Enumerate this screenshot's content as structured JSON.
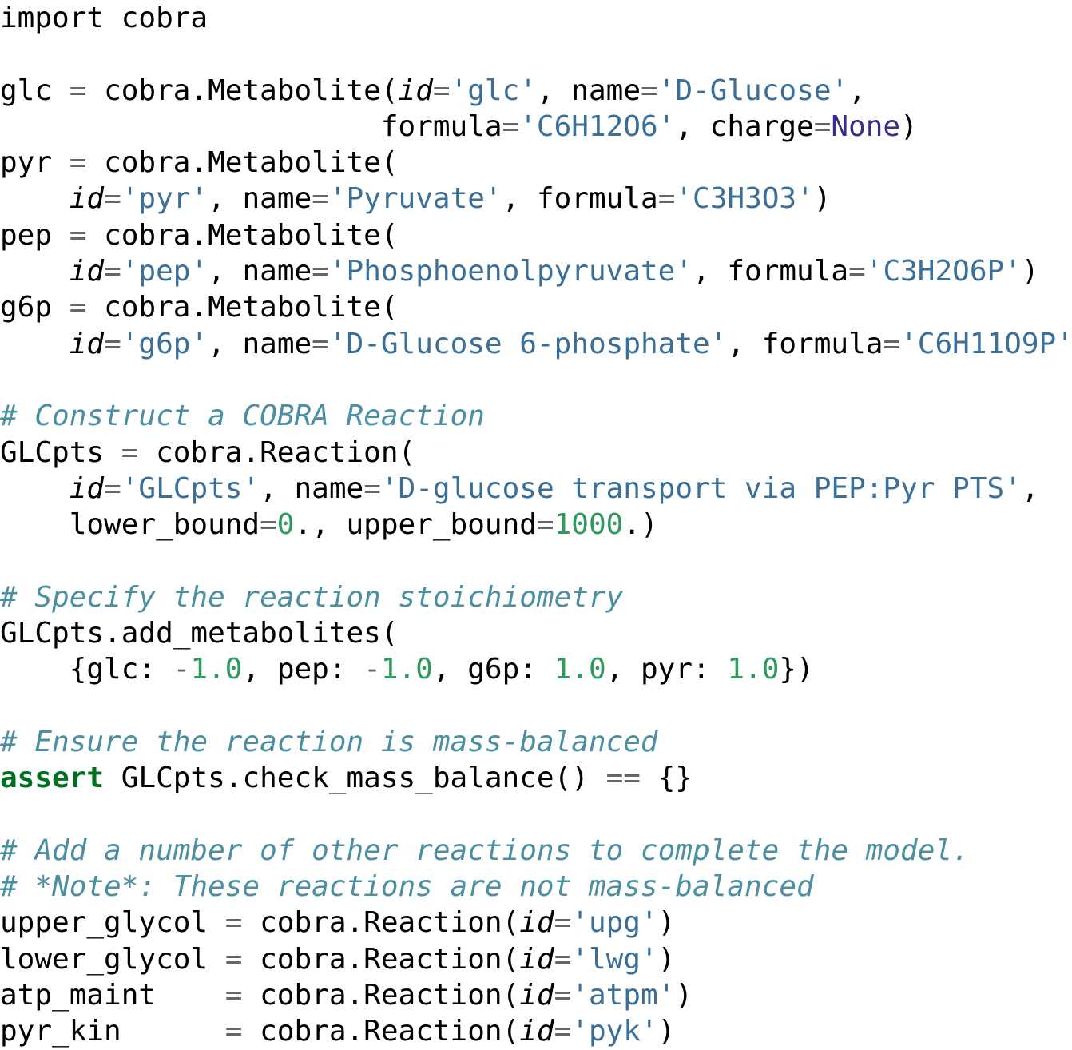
{
  "colors": {
    "background": "#ffffff",
    "plain": "#000000",
    "string": "#3a6f99",
    "operator": "#666666",
    "number": "#2f9a5c",
    "keyword": "#007020",
    "constant": "#3b2b8c",
    "comment": "#4b8fa3"
  },
  "code_lines": [
    [
      [
        "plain",
        "import cobra"
      ]
    ],
    [],
    [
      [
        "plain",
        "glc "
      ],
      [
        "op",
        "="
      ],
      [
        "plain",
        " cobra.Metabolite("
      ],
      [
        "kwarg",
        "id"
      ],
      [
        "op",
        "="
      ],
      [
        "str",
        "'glc'"
      ],
      [
        "plain",
        ", name"
      ],
      [
        "op",
        "="
      ],
      [
        "str",
        "'D-Glucose'"
      ],
      [
        "plain",
        ","
      ]
    ],
    [
      [
        "plain",
        "                      formula"
      ],
      [
        "op",
        "="
      ],
      [
        "str",
        "'C6H12O6'"
      ],
      [
        "plain",
        ", charge"
      ],
      [
        "op",
        "="
      ],
      [
        "const",
        "None"
      ],
      [
        "plain",
        ")"
      ]
    ],
    [
      [
        "plain",
        "pyr "
      ],
      [
        "op",
        "="
      ],
      [
        "plain",
        " cobra.Metabolite("
      ]
    ],
    [
      [
        "plain",
        "    "
      ],
      [
        "kwarg",
        "id"
      ],
      [
        "op",
        "="
      ],
      [
        "str",
        "'pyr'"
      ],
      [
        "plain",
        ", name"
      ],
      [
        "op",
        "="
      ],
      [
        "str",
        "'Pyruvate'"
      ],
      [
        "plain",
        ", formula"
      ],
      [
        "op",
        "="
      ],
      [
        "str",
        "'C3H3O3'"
      ],
      [
        "plain",
        ")"
      ]
    ],
    [
      [
        "plain",
        "pep "
      ],
      [
        "op",
        "="
      ],
      [
        "plain",
        " cobra.Metabolite("
      ]
    ],
    [
      [
        "plain",
        "    "
      ],
      [
        "kwarg",
        "id"
      ],
      [
        "op",
        "="
      ],
      [
        "str",
        "'pep'"
      ],
      [
        "plain",
        ", name"
      ],
      [
        "op",
        "="
      ],
      [
        "str",
        "'Phosphoenolpyruvate'"
      ],
      [
        "plain",
        ", formula"
      ],
      [
        "op",
        "="
      ],
      [
        "str",
        "'C3H2O6P'"
      ],
      [
        "plain",
        ")"
      ]
    ],
    [
      [
        "plain",
        "g6p "
      ],
      [
        "op",
        "="
      ],
      [
        "plain",
        " cobra.Metabolite("
      ]
    ],
    [
      [
        "plain",
        "    "
      ],
      [
        "kwarg",
        "id"
      ],
      [
        "op",
        "="
      ],
      [
        "str",
        "'g6p'"
      ],
      [
        "plain",
        ", name"
      ],
      [
        "op",
        "="
      ],
      [
        "str",
        "'D-Glucose 6-phosphate'"
      ],
      [
        "plain",
        ", formula"
      ],
      [
        "op",
        "="
      ],
      [
        "str",
        "'C6H11O9P'"
      ],
      [
        "plain",
        ")"
      ]
    ],
    [],
    [
      [
        "comment",
        "# Construct a COBRA Reaction"
      ]
    ],
    [
      [
        "plain",
        "GLCpts "
      ],
      [
        "op",
        "="
      ],
      [
        "plain",
        " cobra.Reaction("
      ]
    ],
    [
      [
        "plain",
        "    "
      ],
      [
        "kwarg",
        "id"
      ],
      [
        "op",
        "="
      ],
      [
        "str",
        "'GLCpts'"
      ],
      [
        "plain",
        ", name"
      ],
      [
        "op",
        "="
      ],
      [
        "str",
        "'D-glucose transport via PEP:Pyr PTS'"
      ],
      [
        "plain",
        ","
      ]
    ],
    [
      [
        "plain",
        "    lower_bound"
      ],
      [
        "op",
        "="
      ],
      [
        "num",
        "0"
      ],
      [
        "plain",
        "., upper_bound"
      ],
      [
        "op",
        "="
      ],
      [
        "num",
        "1000"
      ],
      [
        "plain",
        ".)"
      ]
    ],
    [],
    [
      [
        "comment",
        "# Specify the reaction stoichiometry"
      ]
    ],
    [
      [
        "plain",
        "GLCpts.add_metabolites("
      ]
    ],
    [
      [
        "plain",
        "    {glc: "
      ],
      [
        "op",
        "-"
      ],
      [
        "num",
        "1.0"
      ],
      [
        "plain",
        ", pep: "
      ],
      [
        "op",
        "-"
      ],
      [
        "num",
        "1.0"
      ],
      [
        "plain",
        ", g6p: "
      ],
      [
        "num",
        "1.0"
      ],
      [
        "plain",
        ", pyr: "
      ],
      [
        "num",
        "1.0"
      ],
      [
        "plain",
        "})"
      ]
    ],
    [],
    [
      [
        "comment",
        "# Ensure the reaction is mass-balanced"
      ]
    ],
    [
      [
        "kw",
        "assert"
      ],
      [
        "plain",
        " GLCpts.check_mass_balance() "
      ],
      [
        "op",
        "=="
      ],
      [
        "plain",
        " {}"
      ]
    ],
    [],
    [
      [
        "comment",
        "# Add a number of other reactions to complete the model."
      ]
    ],
    [
      [
        "comment",
        "# *Note*: These reactions are not mass-balanced"
      ]
    ],
    [
      [
        "plain",
        "upper_glycol "
      ],
      [
        "op",
        "="
      ],
      [
        "plain",
        " cobra.Reaction("
      ],
      [
        "kwarg",
        "id"
      ],
      [
        "op",
        "="
      ],
      [
        "str",
        "'upg'"
      ],
      [
        "plain",
        ")"
      ]
    ],
    [
      [
        "plain",
        "lower_glycol "
      ],
      [
        "op",
        "="
      ],
      [
        "plain",
        " cobra.Reaction("
      ],
      [
        "kwarg",
        "id"
      ],
      [
        "op",
        "="
      ],
      [
        "str",
        "'lwg'"
      ],
      [
        "plain",
        ")"
      ]
    ],
    [
      [
        "plain",
        "atp_maint    "
      ],
      [
        "op",
        "="
      ],
      [
        "plain",
        " cobra.Reaction("
      ],
      [
        "kwarg",
        "id"
      ],
      [
        "op",
        "="
      ],
      [
        "str",
        "'atpm'"
      ],
      [
        "plain",
        ")"
      ]
    ],
    [
      [
        "plain",
        "pyr_kin      "
      ],
      [
        "op",
        "="
      ],
      [
        "plain",
        " cobra.Reaction("
      ],
      [
        "kwarg",
        "id"
      ],
      [
        "op",
        "="
      ],
      [
        "str",
        "'pyk'"
      ],
      [
        "plain",
        ")"
      ]
    ]
  ]
}
